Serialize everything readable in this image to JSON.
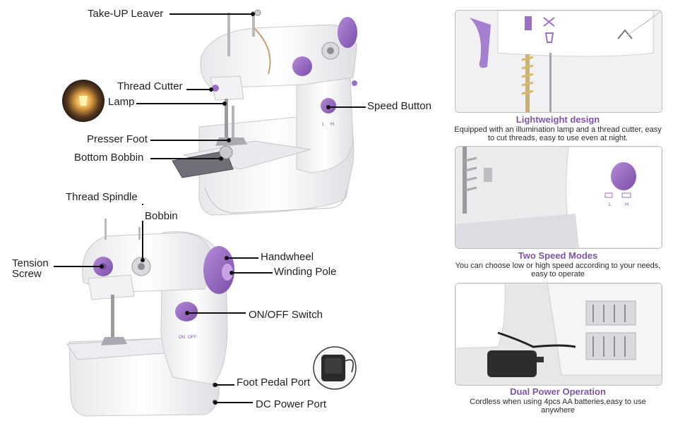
{
  "labels": {
    "take_up_leaver": "Take-UP Leaver",
    "thread_cutter": "Thread Cutter",
    "lamp": "Lamp",
    "speed_button": "Speed Button",
    "presser_foot": "Presser Foot",
    "bottom_bobbin": "Bottom Bobbin",
    "thread_spindle": "Thread Spindle",
    "bobbin": "Bobbin",
    "tension_screw": "Tension Screw",
    "handwheel": "Handwheel",
    "winding_pole": "Winding Pole",
    "on_off_switch": "ON/OFF Switch",
    "foot_pedal_port": "Foot Pedal Port",
    "dc_power_port": "DC Power Port"
  },
  "machine_marks": {
    "speed_low": "L",
    "speed_high": "H",
    "switch_on": "ON",
    "switch_off": "OFF"
  },
  "features": [
    {
      "title": "Lightweight design",
      "text": "Equipped with an illumination lamp and a thread cutter, easy to cut threads, easy to use even at night."
    },
    {
      "title": "Two Speed Modes",
      "text": "You can choose low or high speed according to your needs, easy to operate"
    },
    {
      "title": "Dual Power Operation",
      "text": "Cordless when using 4pcs AA batteries,easy to use anywhere"
    }
  ],
  "colors": {
    "accent_purple": "#9b6fc6",
    "title_purple": "#7e55a8"
  }
}
